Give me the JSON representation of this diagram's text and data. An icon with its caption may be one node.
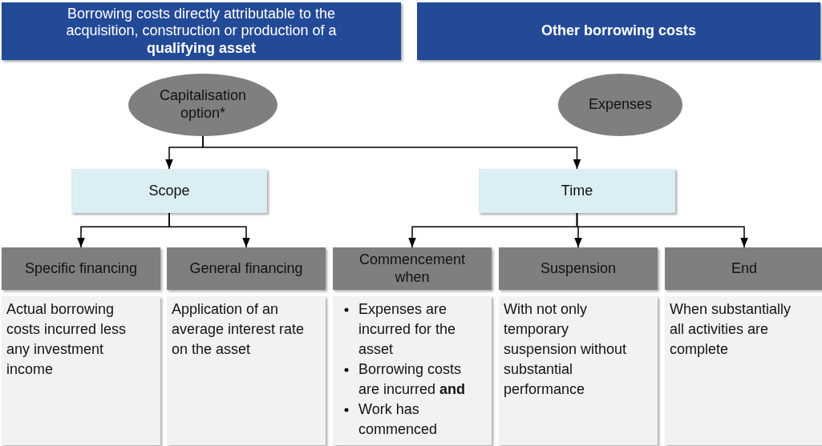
{
  "diagram": {
    "nodes": [
      {
        "text": [
          "Borrowing costs directly attributable to the acquisition, construction or production of a **qualifying asset**"
        ]
      },
      {
        "text": [
          "Other borrowing costs"
        ]
      },
      {
        "text": [
          "Capitalisation option*"
        ]
      },
      {
        "text": [
          "Expenses"
        ]
      },
      {
        "text": [
          "Scope"
        ]
      },
      {
        "text": [
          "Time"
        ]
      },
      {
        "text": [
          "Specific financing"
        ]
      },
      {
        "text": [
          "General financing"
        ]
      },
      {
        "text": [
          "Commencement when"
        ]
      },
      {
        "text": [
          "Suspension"
        ]
      },
      {
        "text": [
          "End"
        ]
      },
      {
        "text": [
          "Actual borrowing costs incurred less any investment income"
        ]
      },
      {
        "text": [
          "Application of an average interest rate on the asset"
        ]
      },
      {
        "text": [
          "Expenses are incurred for the asset",
          "Borrowing costs are incurred **and**",
          "Work has commenced"
        ]
      },
      {
        "text": [
          "With not only temporary suspension without substantial performance"
        ]
      },
      {
        "text": [
          "When substantially all activities are complete"
        ]
      }
    ],
    "edges": [
      {
        "from": 2,
        "to": 4,
        "arrow": "to"
      },
      {
        "from": 2,
        "to": 5,
        "arrow": "to"
      },
      {
        "from": 4,
        "to": 6,
        "arrow": "to"
      },
      {
        "from": 4,
        "to": 7,
        "arrow": "to"
      },
      {
        "from": 5,
        "to": 8,
        "arrow": "to"
      },
      {
        "from": 5,
        "to": 9,
        "arrow": "to"
      },
      {
        "from": 5,
        "to": 10,
        "arrow": "to"
      }
    ]
  }
}
